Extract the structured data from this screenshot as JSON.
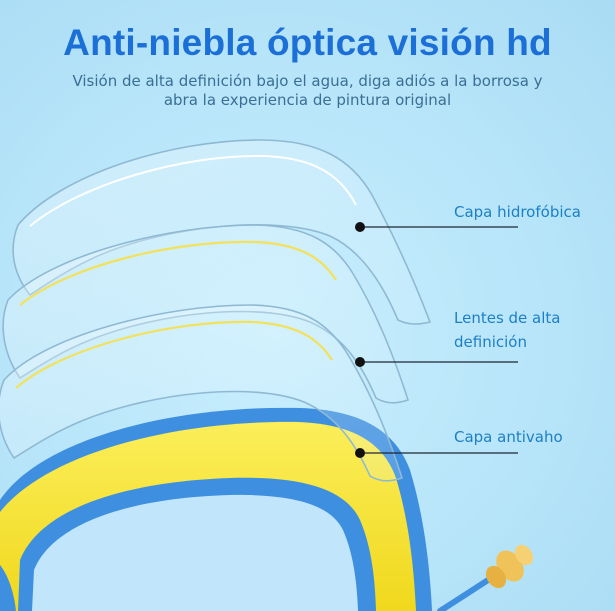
{
  "header": {
    "title": "Anti-niebla óptica visión hd",
    "subtitle_line1": "Visión de alta definición bajo el agua, diga adiós a la borrosa y",
    "subtitle_line2": "abra la experiencia de pintura original"
  },
  "callouts": [
    {
      "label": "Capa hidrofóbica"
    },
    {
      "label_line1": "Lentes de alta",
      "label_line2": "definición"
    },
    {
      "label": "Capa antivaho"
    }
  ],
  "colors": {
    "title": "#1b6fd6",
    "label": "#1d7fc6",
    "frame_blue": "#3f8fe0",
    "frame_yellow": "#f7e43a",
    "background": "#b9e6fb"
  }
}
